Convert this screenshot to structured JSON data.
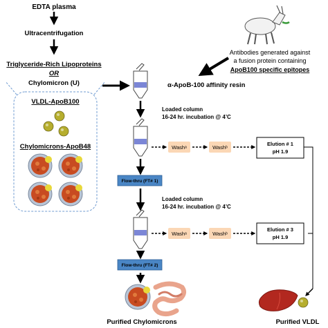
{
  "workflow": {
    "source": "EDTA plasma",
    "step1": "Ultracentrifugation",
    "fraction": "Triglyceride-Rich Lipoproteins",
    "or": "OR",
    "chylomicron_u": "Chylomicron (U)",
    "vldl_apob100": "VLDL-ApoB100",
    "chylo_apob48": "Chylomicrons-ApoB48",
    "antibody_line1": "Antibodies generated against",
    "antibody_line2": "a fusion protein containing",
    "antibody_line3": "ApoB100 specific epitopes",
    "resin": "α-ApoB-100 affinity resin",
    "loaded_1a": "Loaded column",
    "loaded_1b": "16-24 hr. incubation @ 4’C",
    "wash_a_1": "Washᵃ",
    "wash_b_1": "Washᵇ",
    "elution1_a": "Elution # 1",
    "elution1_b": "pH 1.9",
    "flow1": "Flow-thru (FT# 1)",
    "loaded_2a": "Loaded column",
    "loaded_2b": "16-24 hr. incubation @ 4’C",
    "wash_a_2": "Washᵃ",
    "wash_b_2": "Washᵇ",
    "elution3_a": "Elution # 3",
    "elution3_b": "pH 1.9",
    "flow2": "Flow-thru (FT# 2)",
    "purified_chylo": "Purified Chylomicrons",
    "purified_vldl": "Purified VLDL"
  },
  "colors": {
    "flow_box": "#4a86c5",
    "wash_box": "#fbd7b5",
    "particle": "#b6ae2e",
    "chylo_core": "#c84b21",
    "chylo_shell": "#b9c5d6",
    "liver": "#b2281f",
    "intestine": "#e9a48c",
    "dashed": "#6f9bd1"
  }
}
